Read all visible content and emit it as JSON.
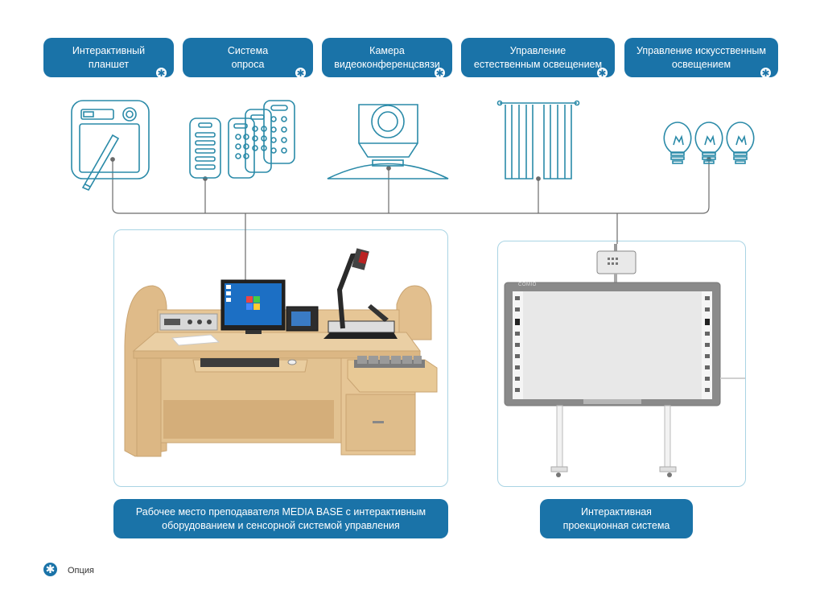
{
  "features": [
    {
      "line1": "Интерактивный",
      "line2": "планшет",
      "icon": "graphics-tablet-icon"
    },
    {
      "line1": "Система",
      "line2": "опроса",
      "icon": "voting-remotes-icon"
    },
    {
      "line1": "Камера",
      "line2": "видеоконференцсвязи",
      "icon": "video-camera-icon"
    },
    {
      "line1": "Управление",
      "line2": "естественным освещением",
      "icon": "curtains-icon"
    },
    {
      "line1": "Управление искусственным",
      "line2": "освещением",
      "icon": "light-bulbs-icon"
    }
  ],
  "option_mark": "✱",
  "workstation": {
    "line1": "Рабочее место преподавателя MEDIA BASE с интерактивным",
    "line2": "оборудованием и сенсорной системой управления"
  },
  "projection": {
    "line1": "Интерактивная",
    "line2": "проекционная система",
    "board_brand": "COMIO"
  },
  "legend": {
    "label": "Опция"
  },
  "colors": {
    "accent": "#1a73a8",
    "icon_stroke": "#2a8aa8",
    "connector": "#6b6b6b",
    "frame": "#a9d4e4"
  }
}
